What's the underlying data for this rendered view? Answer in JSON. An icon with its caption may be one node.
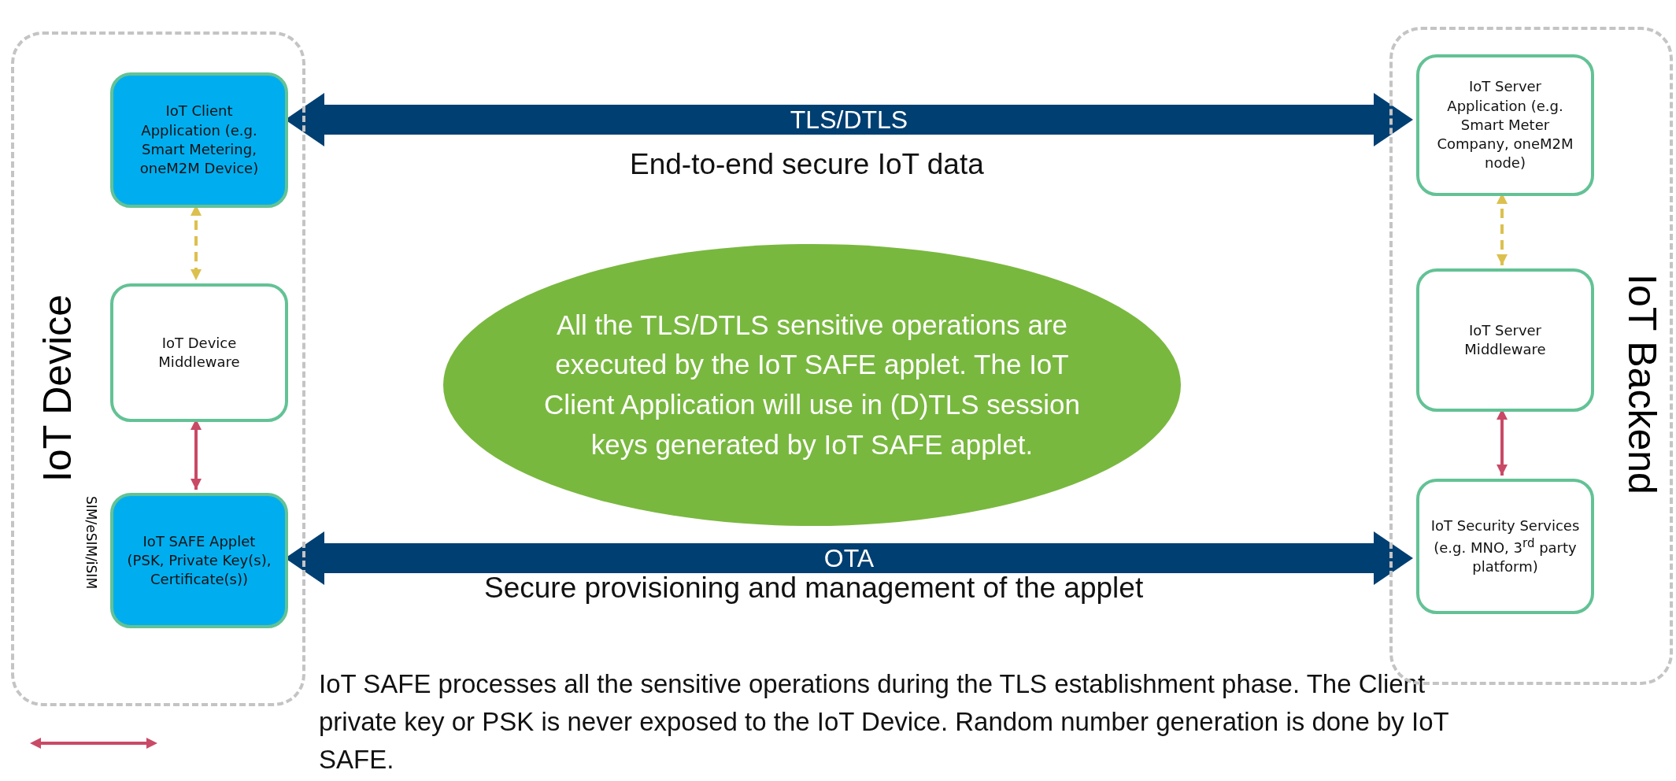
{
  "diagram": {
    "nodes": [
      {
        "text": [
          "IoT Device"
        ]
      },
      {
        "text": [
          "IoT Client Application (e.g. Smart Metering, oneM2M Device)"
        ],
        "in": 0
      },
      {
        "text": [
          "IoT Device Middleware"
        ],
        "in": 0
      },
      {
        "text": [
          "IoT SAFE Applet (PSK, Private Key(s), Certificate(s))"
        ],
        "in": 0,
        "beside": [
          "SIM/eSIM/iSIM"
        ]
      },
      {
        "text": [
          "IoT Backend"
        ]
      },
      {
        "text": [
          "IoT Server Application (e.g. Smart Meter Company, oneM2M node)"
        ],
        "in": 4
      },
      {
        "text": [
          "IoT Server Middleware"
        ],
        "in": 4
      },
      {
        "text": [
          "IoT Security Services (e.g. MNO, 3$^{rd}$ party platform)"
        ],
        "in": 4
      },
      {
        "text": [
          "All the TLS/DTLS sensitive operations are executed by the IoT SAFE applet. The IoT Client Application will use in (D)TLS session keys generated by IoT SAFE applet."
        ]
      }
    ],
    "edges": [
      {
        "from": 1,
        "to": 2,
        "arrow": "both",
        "style": "dashed",
        "color": "#dcc04e"
      },
      {
        "from": 2,
        "to": 3,
        "arrow": "both",
        "color": "#c94a66"
      },
      {
        "from": 5,
        "to": 6,
        "arrow": "both",
        "style": "dashed",
        "color": "#dcc04e"
      },
      {
        "from": 6,
        "to": 7,
        "arrow": "both",
        "color": "#c94a66"
      },
      {
        "from": 1,
        "to": 5,
        "arrow": "both",
        "label": "TLS/DTLS",
        "style": "thick",
        "color": "#003f72"
      },
      {
        "from": 3,
        "to": 7,
        "arrow": "both",
        "label": "OTA",
        "style": "thick",
        "color": "#003f72"
      }
    ],
    "labels": [
      "End-to-end secure IoT data",
      "Secure provisioning and management of the applet"
    ],
    "legend": [
      {
        "text": "IoT SAFE processes all the sensitive operations during the TLS establishment phase. The Client private key or PSK is never exposed to the IoT Device. Random number generation is done by IoT SAFE."
      }
    ]
  }
}
